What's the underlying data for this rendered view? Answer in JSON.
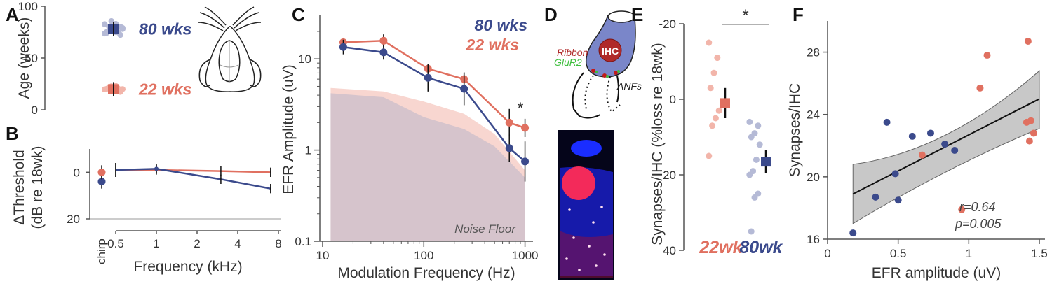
{
  "colors": {
    "old": "#3b4a8c",
    "young": "#e07060",
    "old_light": "#b5bad6",
    "young_light": "#f2b5aa",
    "band": "#c8c8c8"
  },
  "panels": {
    "A": {
      "letter": "A",
      "ylabel": "Age (weeks)",
      "yticks": [
        "0",
        "50",
        "100"
      ],
      "old_label": "80 wks",
      "young_label": "22 wks"
    },
    "B": {
      "letter": "B",
      "ylabel_line1": "ΔThreshold",
      "ylabel_line2": "(dB re 18wk)",
      "xlabel": "Frequency (kHz)",
      "yticks": [
        "0",
        "20"
      ],
      "xticks": [
        "chirp",
        "0.5",
        "1",
        "2",
        "4",
        "8"
      ]
    },
    "C": {
      "letter": "C",
      "ylabel": "EFR Amplitude (uV)",
      "xlabel": "Modulation Frequency (Hz)",
      "yticks": [
        "0.1",
        "1",
        "10"
      ],
      "xticks": [
        "10",
        "100",
        "1000"
      ],
      "old_label": "80 wks",
      "young_label": "22 wks",
      "noise_label": "Noise Floor",
      "sig": "*"
    },
    "D": {
      "letter": "D",
      "ihc_label": "IHC",
      "ribbon_label": "Ribbon",
      "glur2_label": "GluR2",
      "anf_label": "ANFs"
    },
    "E": {
      "letter": "E",
      "ylabel": "Synapses/IHC (%loss re 18wk)",
      "yticks": [
        "-20",
        "0",
        "20",
        "40"
      ],
      "young_label": "22wk",
      "old_label": "80wk",
      "sig": "*"
    },
    "F": {
      "letter": "F",
      "ylabel": "Synapses/IHC",
      "xlabel": "EFR amplitude (uV)",
      "yticks": [
        "16",
        "20",
        "24",
        "28"
      ],
      "xticks": [
        "0",
        "0.5",
        "1",
        "1.5"
      ],
      "r_text": "r=0.64",
      "p_text": "p=0.005"
    }
  },
  "chart_data": [
    {
      "panel": "A",
      "type": "scatter",
      "ylabel": "Age (weeks)",
      "ylim": [
        0,
        100
      ],
      "series": [
        {
          "name": "80 wks",
          "mean": 78,
          "values": [
            72,
            74,
            75,
            76,
            77,
            78,
            78,
            79,
            80,
            81,
            82,
            83,
            84,
            76,
            79,
            73
          ]
        },
        {
          "name": "22 wks",
          "mean": 20,
          "values": [
            18,
            19,
            20,
            21,
            22,
            20,
            19,
            21,
            22,
            18,
            20,
            23
          ]
        }
      ]
    },
    {
      "panel": "B",
      "type": "line",
      "xlabel": "Frequency (kHz)",
      "ylabel": "ΔThreshold (dB re 18wk)",
      "ylim": [
        20,
        -10
      ],
      "x_scale": "log2",
      "chirp": [
        {
          "name": "80 wks",
          "value": 4,
          "err": 3
        },
        {
          "name": "22 wks",
          "value": 0,
          "err": 3
        }
      ],
      "x": [
        0.5,
        1,
        3,
        7
      ],
      "series": [
        {
          "name": "80 wks",
          "values": [
            -1,
            -1.5,
            3,
            7
          ],
          "err": [
            3,
            2,
            2,
            2
          ]
        },
        {
          "name": "22 wks",
          "values": [
            -1,
            -1,
            -0.5,
            0
          ],
          "err": [
            3,
            2,
            2,
            2
          ]
        }
      ]
    },
    {
      "panel": "C",
      "type": "line",
      "xlabel": "Modulation Frequency (Hz)",
      "ylabel": "EFR Amplitude (uV)",
      "x_scale": "log",
      "y_scale": "log",
      "xlim": [
        10,
        1200
      ],
      "ylim": [
        0.1,
        30
      ],
      "x": [
        16,
        40,
        110,
        250,
        700,
        1000
      ],
      "series": [
        {
          "name": "80 wks",
          "values": [
            13.5,
            11.8,
            6.2,
            4.7,
            1.05,
            0.75
          ],
          "err": [
            0.08,
            0.08,
            0.15,
            0.18,
            0.15,
            0.22
          ]
        },
        {
          "name": "22 wks",
          "values": [
            15.2,
            15.8,
            7.8,
            6.0,
            2.0,
            1.75
          ],
          "err": [
            0.05,
            0.07,
            0.05,
            0.07,
            0.15,
            0.1
          ]
        }
      ],
      "noise_floor": {
        "x": [
          12,
          40,
          100,
          250,
          500,
          1000
        ],
        "young": [
          4.8,
          4.4,
          3.4,
          2.5,
          1.5,
          0.6
        ],
        "old": [
          4.2,
          3.8,
          2.3,
          1.7,
          1.1,
          0.5
        ]
      },
      "annotation": "*"
    },
    {
      "panel": "E",
      "type": "scatter",
      "ylabel": "Synapses/IHC (%loss re 18wk)",
      "ylim": [
        -20,
        40
      ],
      "categories": [
        "22wk",
        "80wk"
      ],
      "series": [
        {
          "name": "22wk",
          "values": [
            -15,
            -11,
            -7,
            -3,
            3,
            5,
            7,
            15
          ],
          "mean": 1,
          "err": 4
        },
        {
          "name": "80wk",
          "values": [
            6,
            7,
            9,
            10,
            12,
            16,
            19,
            20,
            25,
            26,
            35
          ],
          "mean": 16.5,
          "err": 3
        }
      ]
    },
    {
      "panel": "F",
      "type": "scatter",
      "xlabel": "EFR amplitude (uV)",
      "ylabel": "Synapses/IHC",
      "xlim": [
        0,
        1.5
      ],
      "ylim": [
        16,
        30
      ],
      "series": [
        {
          "name": "80wk",
          "points": [
            [
              0.18,
              16.4
            ],
            [
              0.34,
              18.7
            ],
            [
              0.42,
              23.5
            ],
            [
              0.48,
              20.2
            ],
            [
              0.5,
              18.5
            ],
            [
              0.6,
              22.6
            ],
            [
              0.73,
              22.8
            ],
            [
              0.83,
              22.1
            ],
            [
              0.9,
              21.7
            ]
          ]
        },
        {
          "name": "22wk",
          "points": [
            [
              0.67,
              21.4
            ],
            [
              0.95,
              17.9
            ],
            [
              1.08,
              25.7
            ],
            [
              1.13,
              27.8
            ],
            [
              1.42,
              28.7
            ],
            [
              1.41,
              23.5
            ],
            [
              1.44,
              23.6
            ],
            [
              1.43,
              22.3
            ],
            [
              1.46,
              22.8
            ]
          ]
        }
      ],
      "fit": {
        "x": [
          0.18,
          1.5
        ],
        "y": [
          18.9,
          25.0
        ],
        "ci_upper_at_ends": [
          20.8,
          26.8
        ],
        "ci_lower_at_ends": [
          17.0,
          23.1
        ]
      }
    }
  ]
}
